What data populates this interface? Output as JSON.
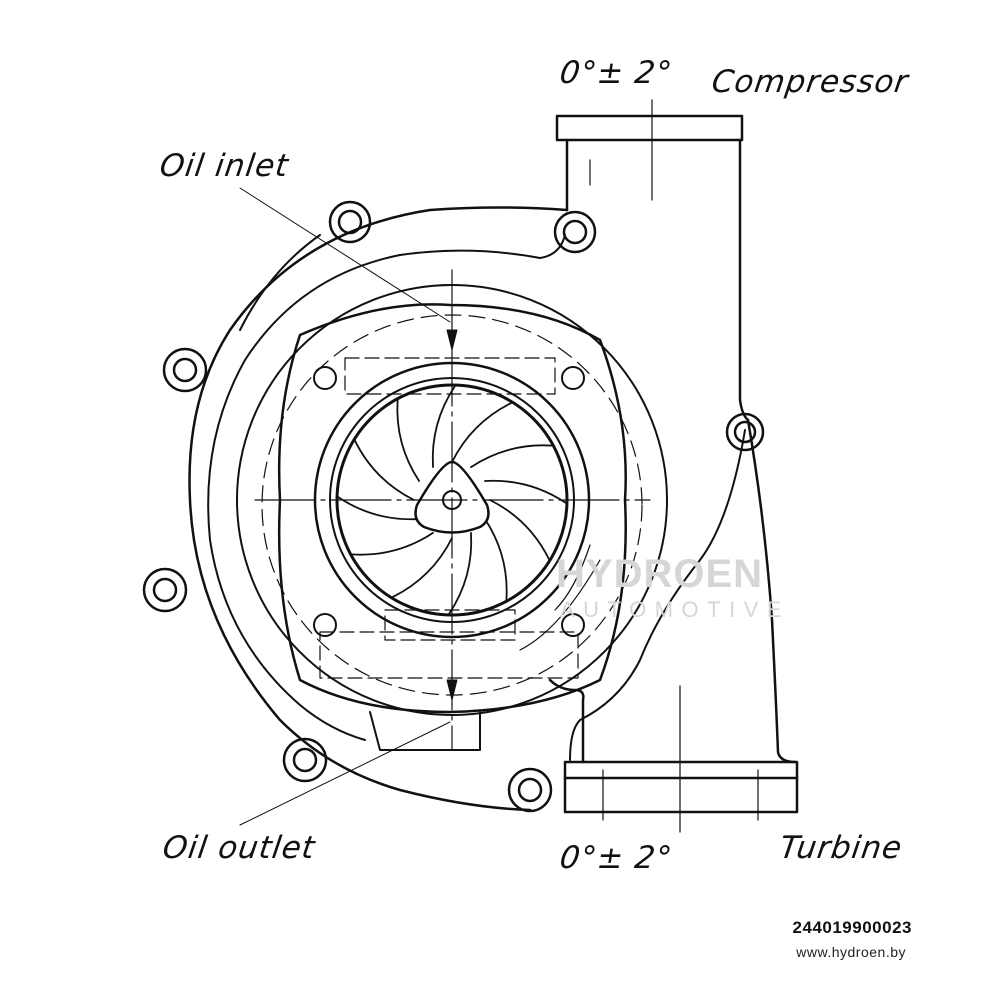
{
  "labels": {
    "oil_inlet": "Oil inlet",
    "oil_outlet": "Oil outlet",
    "compressor": "Compressor",
    "turbine": "Turbine",
    "angle_top": "0°± 2°",
    "angle_bottom": "0°± 2°"
  },
  "watermark": {
    "brand": "HYDROEN",
    "sub": "AUTOMOTIVE"
  },
  "footer": {
    "part_number": "244019900023",
    "url": "www.hydroen.by"
  }
}
